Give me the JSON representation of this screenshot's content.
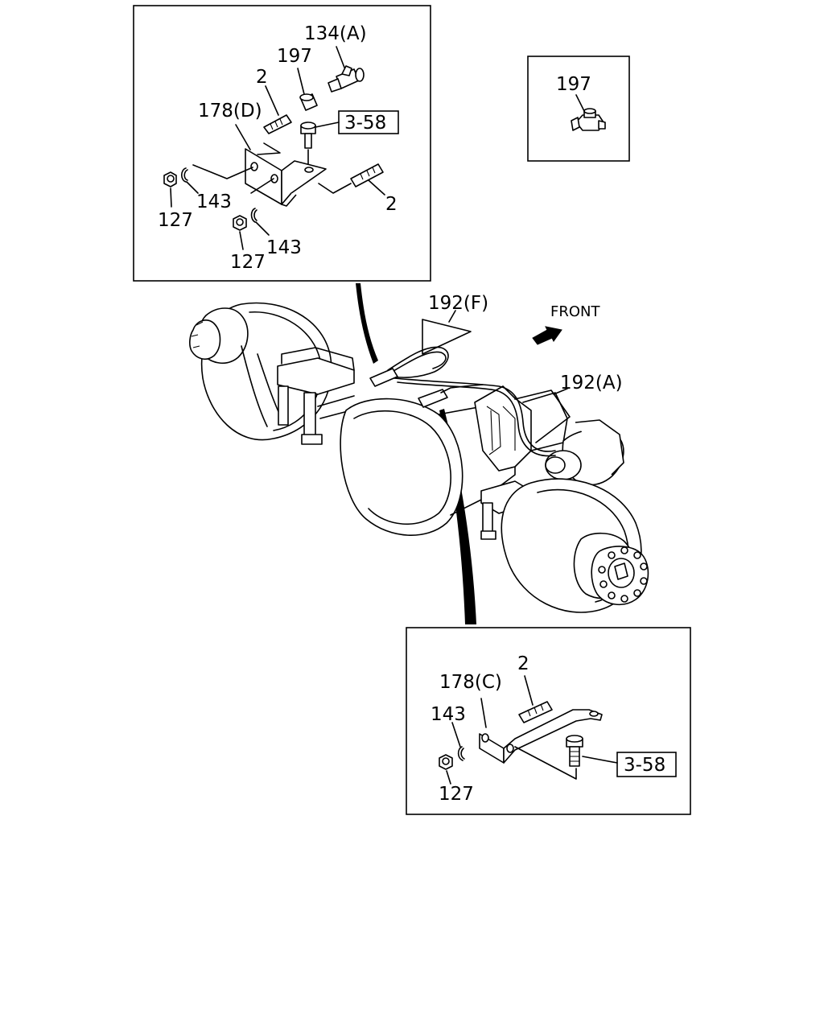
{
  "labels": {
    "p134a": "134(A)",
    "p197_top": "197",
    "p2_top_left": "2",
    "p178d": "178(D)",
    "ref_358_top": "3-58",
    "p143_top_a": "143",
    "p127_top_a": "127",
    "p2_top_right": "2",
    "p143_top_b": "143",
    "p127_top_b": "127",
    "p197_inset": "197",
    "p192f": "192(F)",
    "front": "FRONT",
    "p192a": "192(A)",
    "p2_bottom": "2",
    "p178c": "178(C)",
    "p143_bottom": "143",
    "ref_358_bottom": "3-58",
    "p127_bottom": "127"
  }
}
